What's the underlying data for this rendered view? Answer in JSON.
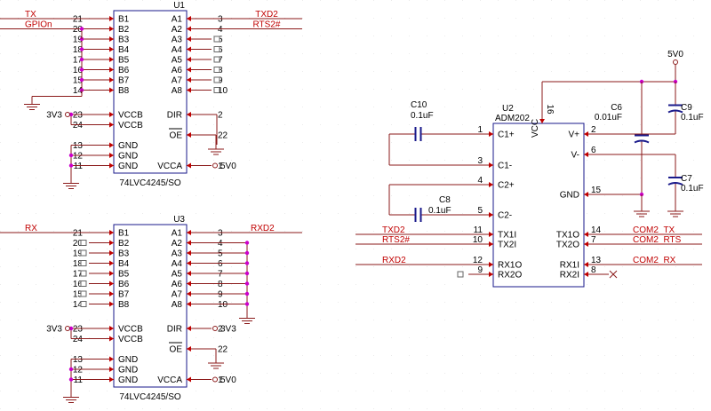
{
  "u1": {
    "ref": "U1",
    "part": "74LVC4245/SO",
    "left_pins": [
      {
        "num": "21",
        "name": "B1",
        "net": "TX"
      },
      {
        "num": "20",
        "name": "B2",
        "net": "GPIOn"
      },
      {
        "num": "19",
        "name": "B3"
      },
      {
        "num": "18",
        "name": "B4"
      },
      {
        "num": "17",
        "name": "B5"
      },
      {
        "num": "16",
        "name": "B6"
      },
      {
        "num": "15",
        "name": "B7"
      },
      {
        "num": "14",
        "name": "B8"
      },
      {
        "num": "23",
        "name": "VCCB"
      },
      {
        "num": "24",
        "name": "VCCB"
      },
      {
        "num": "13",
        "name": "GND"
      },
      {
        "num": "12",
        "name": "GND"
      },
      {
        "num": "11",
        "name": "GND"
      }
    ],
    "right_pins": [
      {
        "num": "3",
        "name": "A1",
        "net": "TXD2"
      },
      {
        "num": "4",
        "name": "A2",
        "net": "RTS2#"
      },
      {
        "num": "5",
        "name": "A3"
      },
      {
        "num": "6",
        "name": "A4"
      },
      {
        "num": "7",
        "name": "A5"
      },
      {
        "num": "8",
        "name": "A6"
      },
      {
        "num": "9",
        "name": "A7"
      },
      {
        "num": "10",
        "name": "A8"
      },
      {
        "num": "2",
        "name": "DIR"
      },
      {
        "num": "22",
        "name": "OE"
      },
      {
        "num": "1",
        "name": "VCCA",
        "net": "5V0"
      }
    ],
    "vcc_label": "3V3"
  },
  "u3": {
    "ref": "U3",
    "part": "74LVC4245/SO",
    "left_pins": [
      {
        "num": "21",
        "name": "B1",
        "net": "RX"
      },
      {
        "num": "20",
        "name": "B2"
      },
      {
        "num": "19",
        "name": "B3"
      },
      {
        "num": "18",
        "name": "B4"
      },
      {
        "num": "17",
        "name": "B5"
      },
      {
        "num": "16",
        "name": "B6"
      },
      {
        "num": "15",
        "name": "B7"
      },
      {
        "num": "14",
        "name": "B8"
      },
      {
        "num": "23",
        "name": "VCCB"
      },
      {
        "num": "24",
        "name": "VCCB"
      },
      {
        "num": "13",
        "name": "GND"
      },
      {
        "num": "12",
        "name": "GND"
      },
      {
        "num": "11",
        "name": "GND"
      }
    ],
    "right_pins": [
      {
        "num": "3",
        "name": "A1",
        "net": "RXD2"
      },
      {
        "num": "4",
        "name": "A2"
      },
      {
        "num": "5",
        "name": "A3"
      },
      {
        "num": "6",
        "name": "A4"
      },
      {
        "num": "7",
        "name": "A5"
      },
      {
        "num": "8",
        "name": "A6"
      },
      {
        "num": "9",
        "name": "A7"
      },
      {
        "num": "10",
        "name": "A8"
      },
      {
        "num": "2",
        "name": "DIR",
        "net": "3V3"
      },
      {
        "num": "22",
        "name": "OE"
      },
      {
        "num": "1",
        "name": "VCCA",
        "net": "5V0"
      }
    ],
    "vcc_label": "3V3"
  },
  "u2": {
    "ref": "U2",
    "part": "ADM202",
    "vcc_pin": {
      "num": "16",
      "name": "VCC"
    },
    "left_pins": [
      {
        "num": "1",
        "name": "C1+"
      },
      {
        "num": "3",
        "name": "C1-"
      },
      {
        "num": "4",
        "name": "C2+"
      },
      {
        "num": "5",
        "name": "C2-"
      },
      {
        "num": "11",
        "name": "TX1I",
        "net": "TXD2"
      },
      {
        "num": "10",
        "name": "TX2I",
        "net": "RTS2#"
      },
      {
        "num": "12",
        "name": "RX1O",
        "net": "RXD2"
      },
      {
        "num": "9",
        "name": "RX2O"
      }
    ],
    "right_pins": [
      {
        "num": "2",
        "name": "V+"
      },
      {
        "num": "6",
        "name": "V-"
      },
      {
        "num": "15",
        "name": "GND"
      },
      {
        "num": "14",
        "name": "TX1O",
        "net": "COM2_TX"
      },
      {
        "num": "7",
        "name": "TX2O",
        "net": "COM2_RTS"
      },
      {
        "num": "13",
        "name": "RX1I",
        "net": "COM2_RX"
      },
      {
        "num": "8",
        "name": "RX2I"
      }
    ]
  },
  "caps": {
    "c10": {
      "ref": "C10",
      "value": "0.1uF"
    },
    "c8": {
      "ref": "C8",
      "value": "0.1uF"
    },
    "c6": {
      "ref": "C6",
      "value": "0.01uF"
    },
    "c9": {
      "ref": "C9",
      "value": "0.1uF"
    },
    "c7": {
      "ref": "C7",
      "value": "0.1uF"
    }
  },
  "power": {
    "vcc_net": "5V0"
  }
}
